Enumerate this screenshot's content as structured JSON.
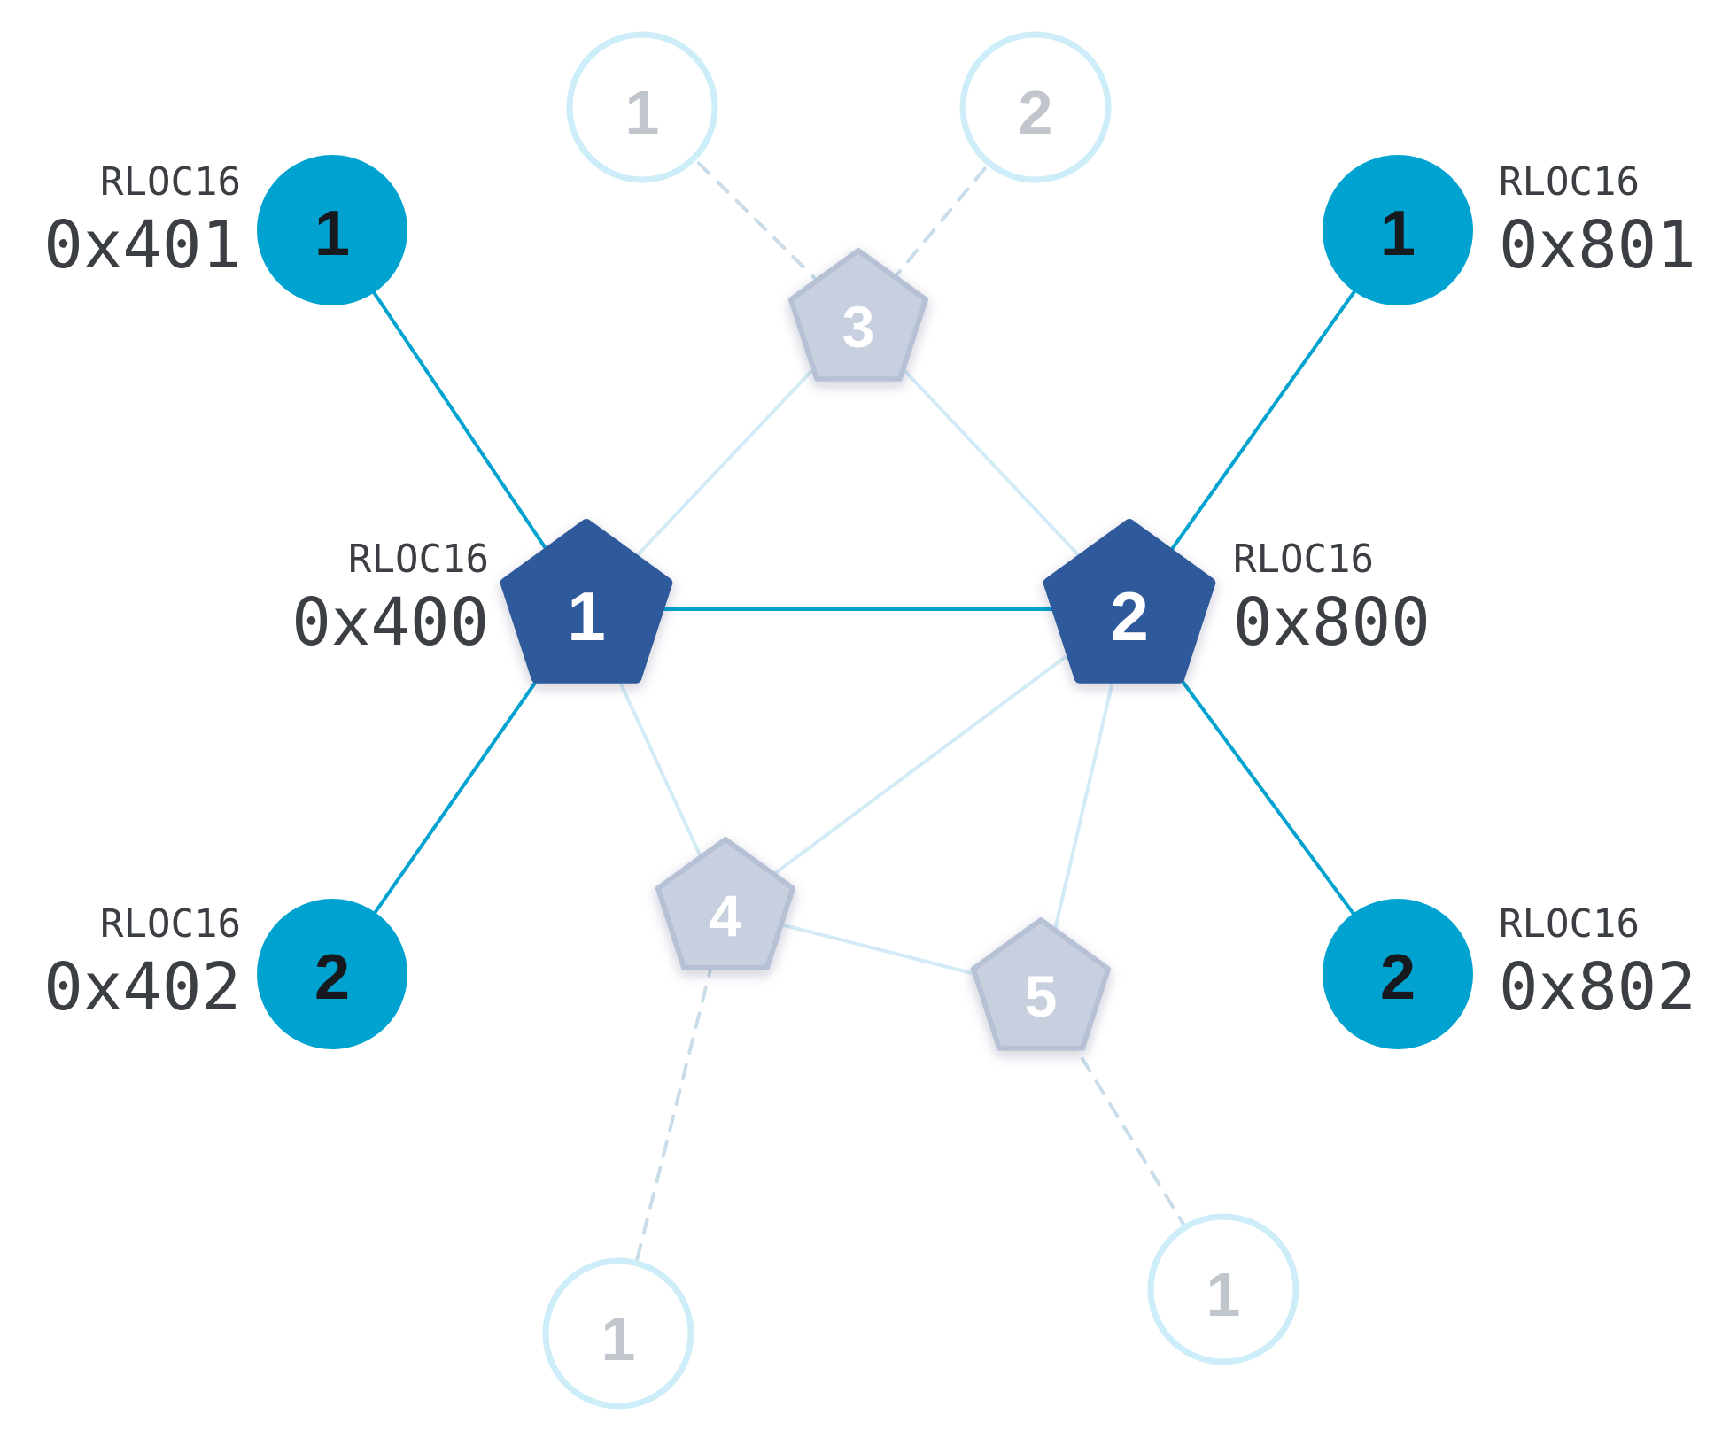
{
  "diagram_type": "thread-network-topology",
  "colors": {
    "router_active_fill": "#2d5a9c",
    "child_active_fill": "#00a2cf",
    "faded_pentagon_fill": "#c8d0e0",
    "faded_pentagon_stroke": "#b7c1d6",
    "faded_circle_stroke": "#cdedf8",
    "edge_active": "#00a2cf",
    "edge_faded": "#d2ebf6",
    "edge_dashed": "#c9dce9",
    "label_text": "#3b3e42"
  },
  "nodes": {
    "router_1": {
      "label": "1",
      "rloc_title": "RLOC16",
      "rloc": "0x400",
      "state": "active"
    },
    "router_2": {
      "label": "2",
      "rloc_title": "RLOC16",
      "rloc": "0x800",
      "state": "active"
    },
    "router_3": {
      "label": "3",
      "state": "faded"
    },
    "router_4": {
      "label": "4",
      "state": "faded"
    },
    "router_5": {
      "label": "5",
      "state": "faded"
    },
    "child_401": {
      "label": "1",
      "rloc_title": "RLOC16",
      "rloc": "0x401",
      "state": "active"
    },
    "child_402": {
      "label": "2",
      "rloc_title": "RLOC16",
      "rloc": "0x402",
      "state": "active"
    },
    "child_801": {
      "label": "1",
      "rloc_title": "RLOC16",
      "rloc": "0x801",
      "state": "active"
    },
    "child_802": {
      "label": "2",
      "rloc_title": "RLOC16",
      "rloc": "0x802",
      "state": "active"
    },
    "device_top_1": {
      "label": "1",
      "state": "faded"
    },
    "device_top_2": {
      "label": "2",
      "state": "faded"
    },
    "device_bottom_left": {
      "label": "1",
      "state": "faded"
    },
    "device_bottom_right": {
      "label": "1",
      "state": "faded"
    }
  },
  "links": [
    {
      "from": "child_401",
      "to": "router_1",
      "style": "active"
    },
    {
      "from": "router_1",
      "to": "router_2",
      "style": "active"
    },
    {
      "from": "router_2",
      "to": "child_801",
      "style": "active"
    },
    {
      "from": "router_1",
      "to": "child_402",
      "style": "active"
    },
    {
      "from": "router_2",
      "to": "child_802",
      "style": "active"
    },
    {
      "from": "router_1",
      "to": "router_3",
      "style": "faded"
    },
    {
      "from": "router_2",
      "to": "router_3",
      "style": "faded"
    },
    {
      "from": "router_1",
      "to": "router_4",
      "style": "faded"
    },
    {
      "from": "router_2",
      "to": "router_4",
      "style": "faded"
    },
    {
      "from": "router_2",
      "to": "router_5",
      "style": "faded"
    },
    {
      "from": "router_4",
      "to": "router_5",
      "style": "faded"
    },
    {
      "from": "device_top_1",
      "to": "router_3",
      "style": "dashed"
    },
    {
      "from": "device_top_2",
      "to": "router_3",
      "style": "dashed"
    },
    {
      "from": "router_4",
      "to": "device_bottom_left",
      "style": "dashed"
    },
    {
      "from": "router_5",
      "to": "device_bottom_right",
      "style": "dashed"
    }
  ]
}
